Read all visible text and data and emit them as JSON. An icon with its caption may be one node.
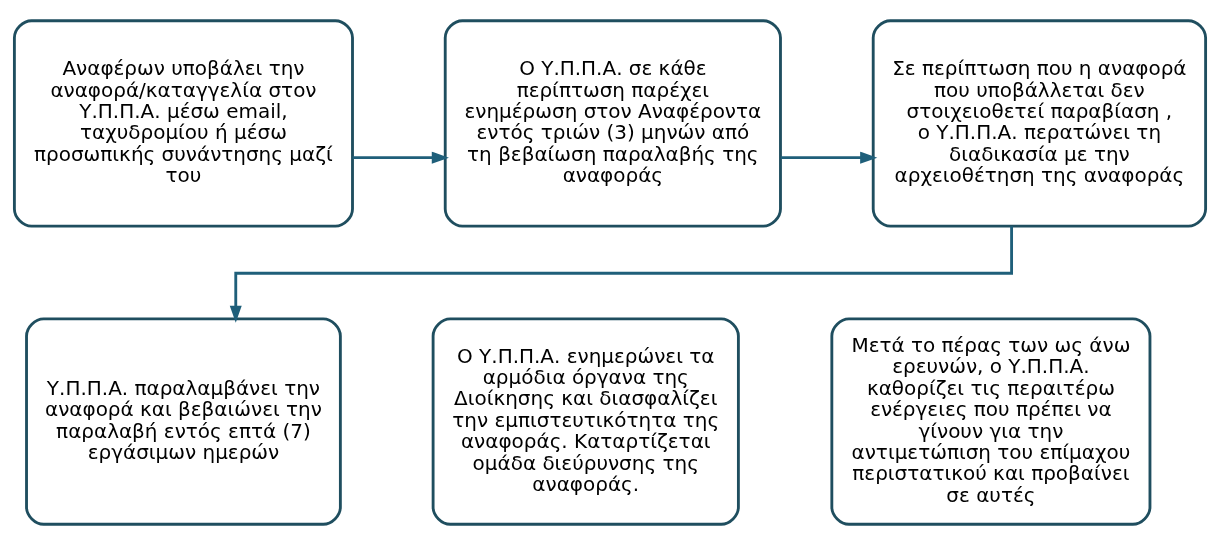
{
  "diagram": {
    "nodes": [
      {
        "text": [
          "Αναφέρων υποβάλει την αναφορά/καταγγελία στον Υ.Π.Π.Α. μέσω email, ταχυδρομίου ή μέσω προσωπικής συνάντησης μαζί του"
        ]
      },
      {
        "text": [
          "Ο Υ.Π.Π.Α. σε κάθε περίπτωση παρέχει ενημέρωση στον Αναφέροντα εντός τριών (3) μηνών από τη βεβαίωση παραλαβής της αναφοράς"
        ]
      },
      {
        "text": [
          "Σε περίπτωση που η αναφορά που υποβάλλεται δεν στοιχειοθετεί παραβίαση , ο Υ.Π.Π.Α. περατώνει τη διαδικασία με την αρχειοθέτηση της αναφοράς"
        ]
      },
      {
        "text": [
          "Υ.Π.Π.Α. παραλαμβάνει την αναφορά και βεβαιώνει την παραλαβή εντός επτά (7) εργάσιμων ημερών"
        ]
      },
      {
        "text": [
          "Ο Υ.Π.Π.Α. ενημερώνει τα αρμόδια όργανα της Διοίκησης και διασφαλίζει την εμπιστευτικότητα της αναφοράς. Καταρτίζεται ομάδα διεύρυνσης της αναφοράς."
        ]
      },
      {
        "text": [
          "Μετά το πέρας των ως άνω ερευνών, ο Υ.Π.Π.Α. καθορίζει τις περαιτέρω ενέργειες που πρέπει να γίνουν για την αντιμετώπιση του επίμαχου περιστατικού και προβαίνει σε αυτές"
        ]
      }
    ],
    "edges": [
      {
        "from": 0,
        "to": 1,
        "arrow": "to"
      },
      {
        "from": 1,
        "to": 2,
        "arrow": "to"
      },
      {
        "from": 2,
        "to": 3,
        "arrow": "to"
      }
    ]
  }
}
